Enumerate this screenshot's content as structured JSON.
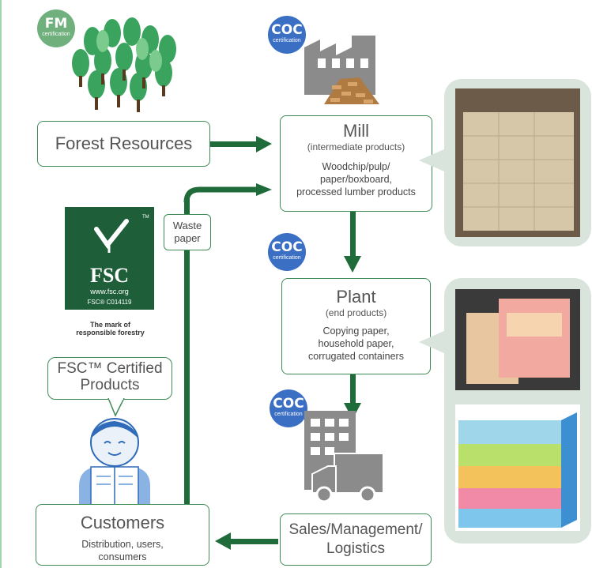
{
  "badges": {
    "fm": {
      "abbr": "FM",
      "sub": "certification"
    },
    "coc": {
      "abbr": "COC",
      "sub": "certification"
    }
  },
  "forest": {
    "label": "Forest Resources"
  },
  "mill": {
    "title": "Mill",
    "subtitle": "(intermediate products)",
    "lines": [
      "Woodchip/pulp/",
      "paper/boxboard,",
      "processed lumber products"
    ]
  },
  "waste": {
    "lines": [
      "Waste",
      "paper"
    ]
  },
  "plant": {
    "title": "Plant",
    "subtitle": "(end products)",
    "lines": [
      "Copying paper,",
      "household paper,",
      "corrugated containers"
    ]
  },
  "fsc_logo": {
    "name": "FSC",
    "url": "www.fsc.org",
    "code": "FSC® C014119",
    "caption": [
      "The mark of",
      "responsible forestry"
    ]
  },
  "speech": {
    "lines": [
      "FSC™ Certified",
      "Products"
    ]
  },
  "customers": {
    "title": "Customers",
    "lines": [
      "Distribution, users,",
      "consumers"
    ]
  },
  "sales": {
    "lines": [
      "Sales/Management/",
      "Logistics"
    ]
  },
  "colors": {
    "arrow": "#1f6b3a",
    "fm_badge": "#6fb07d",
    "coc_badge": "#3b6fc4",
    "panel": "#d9e5dc",
    "fsc_green": "#1e5f3a"
  }
}
